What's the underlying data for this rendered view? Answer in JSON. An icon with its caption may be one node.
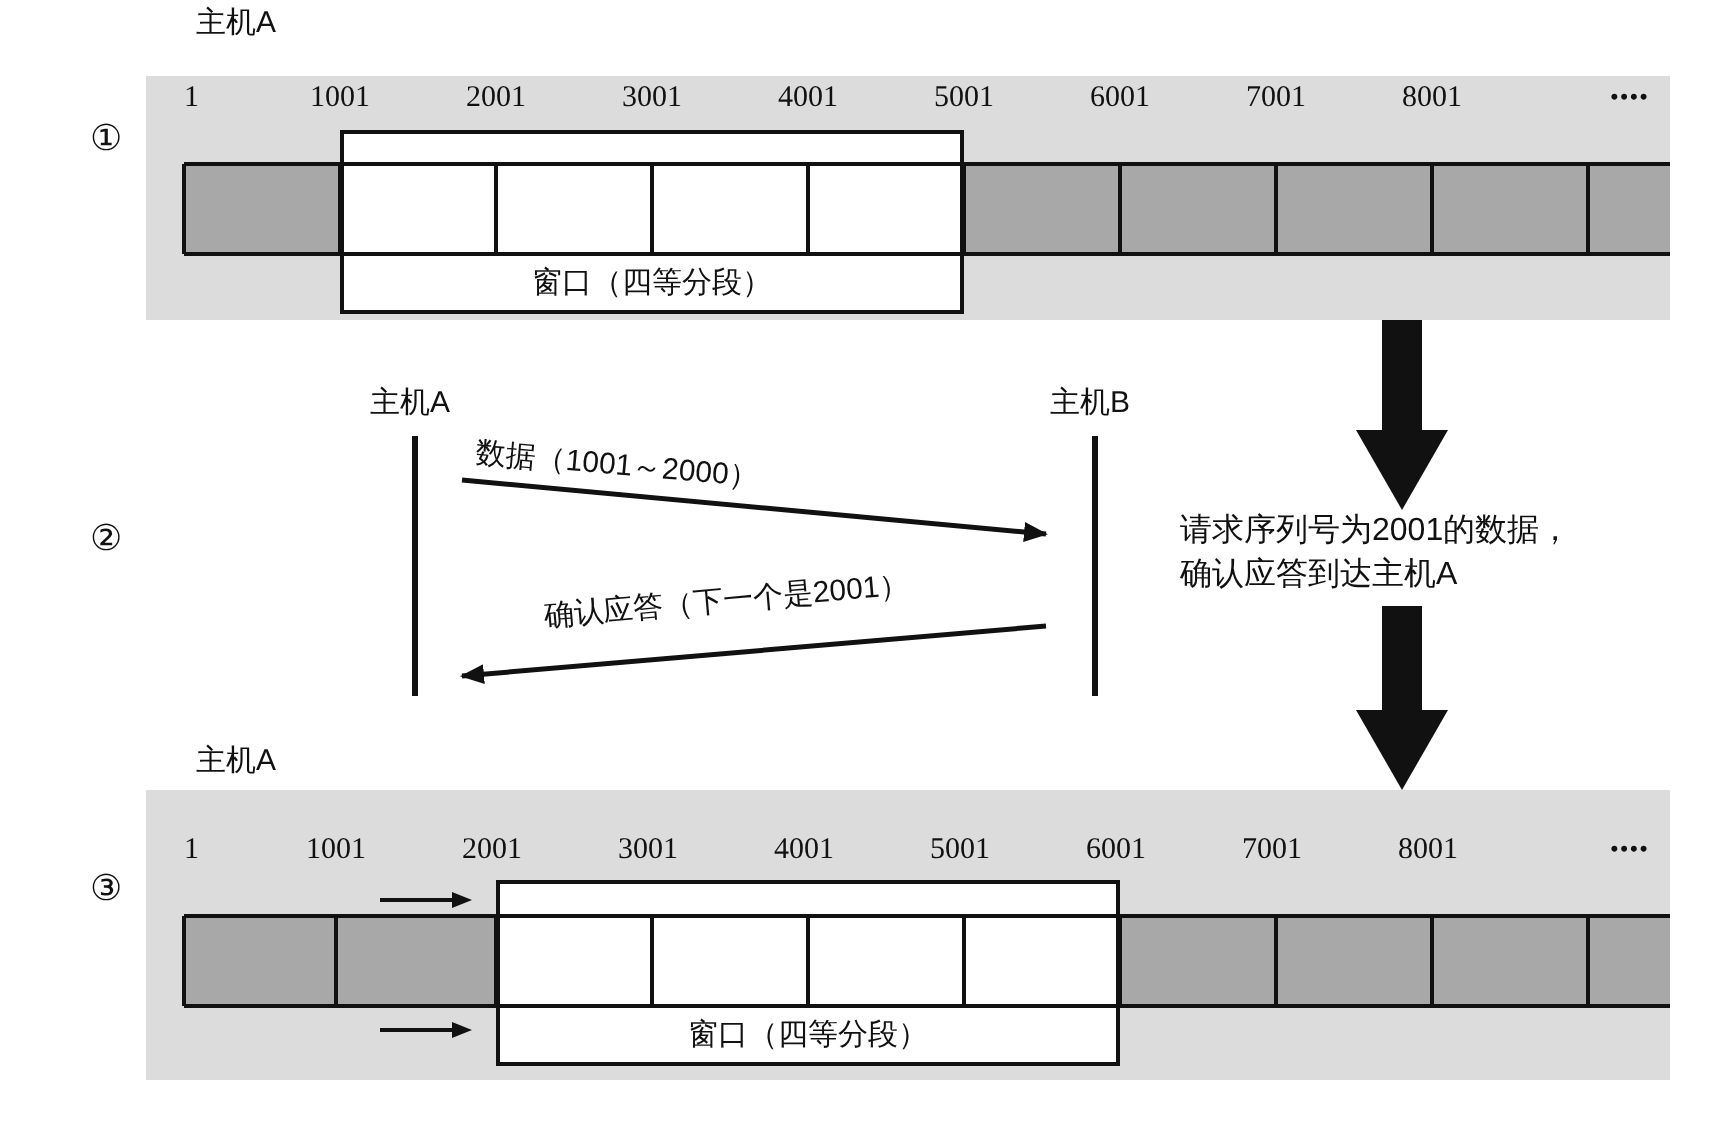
{
  "diagram": {
    "nodes": [
      {
        "text": [],
        "shape": "box"
      },
      {
        "text": [
          "窗口（四等分段）"
        ],
        "in": 0
      },
      {
        "text": [
          "主机A"
        ]
      },
      {
        "text": [
          "主机B"
        ]
      },
      {
        "text": [
          "请求序列号为2001的数据，确认应答到达主机A"
        ]
      },
      {
        "text": [],
        "shape": "box"
      },
      {
        "text": [
          "窗口（四等分段）"
        ],
        "in": 5
      }
    ],
    "edges": [
      {
        "from": 2,
        "to": 3,
        "arrow": "to",
        "label": "数据（1001～2000）"
      },
      {
        "from": 3,
        "to": 2,
        "arrow": "to",
        "label": "确认应答（下一个是2001）"
      },
      {
        "from": 0,
        "to": 4,
        "arrow": "to",
        "style": "thick"
      },
      {
        "from": 4,
        "to": 5,
        "arrow": "to",
        "style": "thick"
      }
    ],
    "labels": [
      "主机A",
      "①",
      "1",
      "1001",
      "2001",
      "3001",
      "4001",
      "5001",
      "6001",
      "7001",
      "8001",
      "••••",
      "②",
      "主机A",
      "③",
      "1",
      "1001",
      "2001",
      "3001",
      "4001",
      "5001",
      "6001",
      "7001",
      "8001",
      "••••"
    ]
  }
}
